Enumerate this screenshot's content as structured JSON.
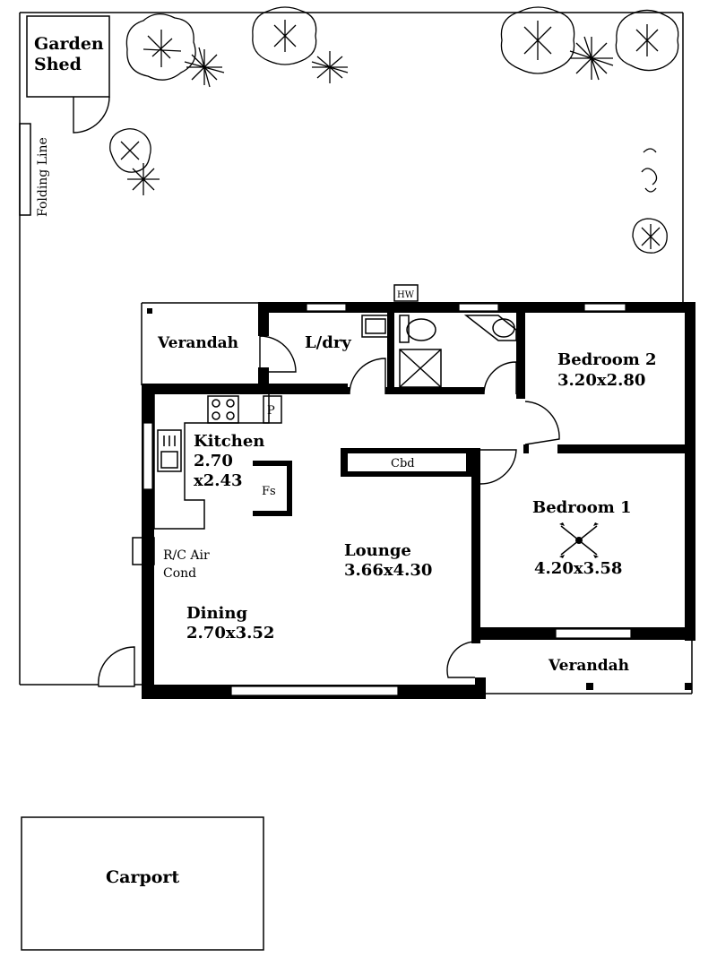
{
  "labels": {
    "garden_shed_line1": "Garden",
    "garden_shed_line2": "Shed",
    "folding_line": "Folding Line",
    "hw": "HW",
    "verandah_top": "Verandah",
    "laundry": "L/dry",
    "bedroom2_name": "Bedroom 2",
    "bedroom2_size": "3.20x2.80",
    "kitchen_name": "Kitchen",
    "kitchen_size_1": "2.70",
    "kitchen_size_2": "x2.43",
    "fridge": "Fs",
    "pantry": "P",
    "cupboard": "Cbd",
    "bedroom1_name": "Bedroom 1",
    "bedroom1_size": "4.20x3.58",
    "aircon_line1": "R/C Air",
    "aircon_line2": "Cond",
    "lounge_name": "Lounge",
    "lounge_size": "3.66x4.30",
    "dining_name": "Dining",
    "dining_size": "2.70x3.52",
    "verandah_bottom": "Verandah",
    "carport": "Carport"
  },
  "icons": {
    "trees": "tree-icon",
    "ceiling_fan": "ceiling-fan-icon",
    "toilet": "toilet-icon",
    "shower": "shower-icon",
    "sink": "sink-icon",
    "cooktop": "cooktop-icon"
  },
  "colors": {
    "ink": "#000000",
    "paper": "#ffffff"
  }
}
